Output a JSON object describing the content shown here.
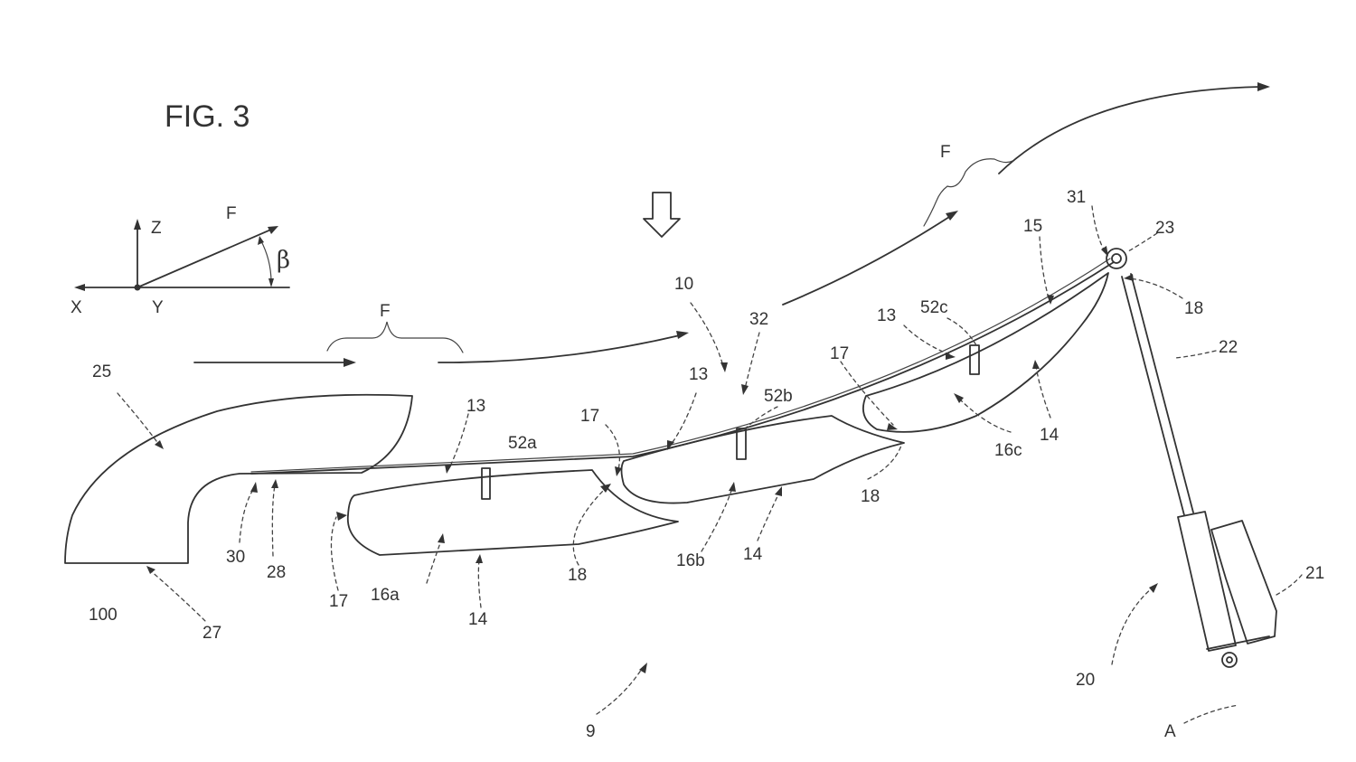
{
  "figure": {
    "title": "FIG. 3"
  },
  "axes": {
    "z": "Z",
    "x": "X",
    "y": "Y",
    "f": "F",
    "beta": "β"
  },
  "labels": {
    "flow_a": "F",
    "flow_b": "F",
    "n25": "25",
    "n100": "100",
    "n27": "27",
    "n30": "30",
    "n28": "28",
    "n17a": "17",
    "n16a": "16a",
    "n14a": "14",
    "n13a": "13",
    "n52a": "52a",
    "n18a": "18",
    "n17b": "17",
    "n13b": "13",
    "n10": "10",
    "n32": "32",
    "n52b": "52b",
    "n16b": "16b",
    "n14b": "14",
    "n13c": "13",
    "n52c": "52c",
    "n17c": "17",
    "n16c": "16c",
    "n14c": "14",
    "n18c": "18",
    "n15": "15",
    "n31": "31",
    "n23": "23",
    "n18d": "18",
    "n22": "22",
    "n21": "21",
    "n20": "20",
    "nA": "A",
    "n9": "9"
  }
}
